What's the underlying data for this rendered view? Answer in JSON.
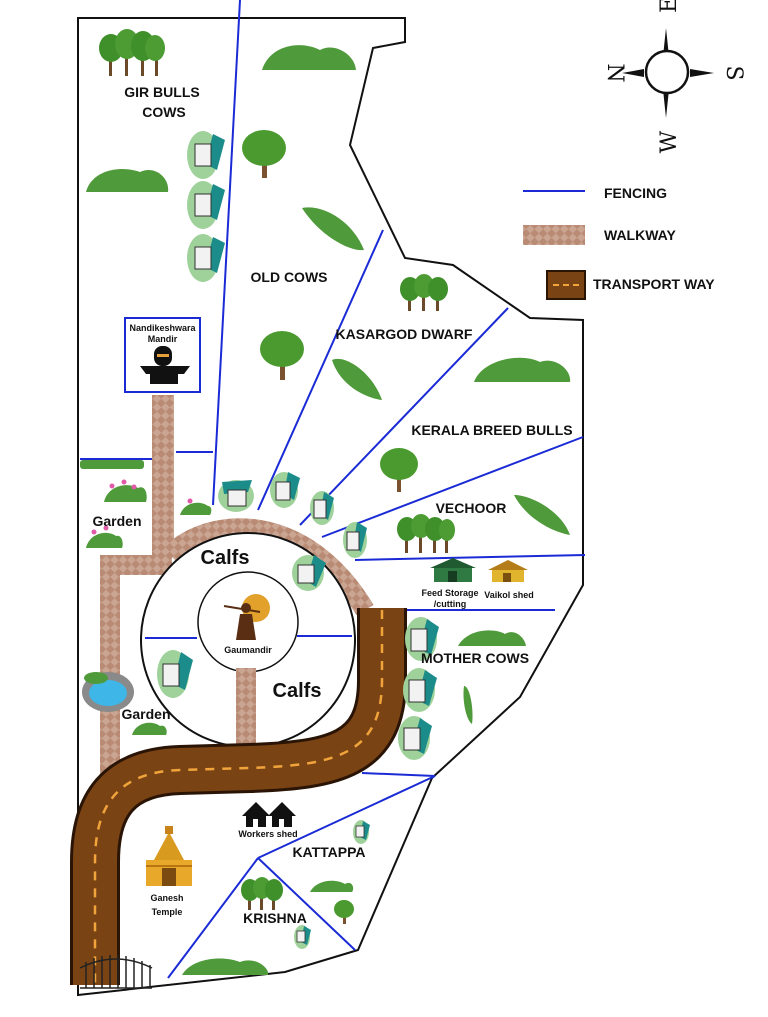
{
  "colors": {
    "fencing": "#1a2bd6",
    "boundary": "#111111",
    "walkway": "#c29b86",
    "road": "#6b3a10",
    "road_dash": "#f1a43c",
    "tree": "#3f8f2a",
    "bush": "#4f9a3a",
    "shed": "#1c8c8a"
  },
  "compass": {
    "north": "N",
    "south": "S",
    "east": "E",
    "west": "W"
  },
  "legend": [
    {
      "label": "FENCING",
      "icon": "fence-line-icon"
    },
    {
      "label": "WALKWAY",
      "icon": "walkway-tile-icon"
    },
    {
      "label": "TRANSPORT WAY",
      "icon": "road-icon"
    }
  ],
  "zones": {
    "gir_line1": "GIR BULLS",
    "gir_line2": "COWS",
    "old_cows": "OLD COWS",
    "kasargod": "KASARGOD DWARF",
    "kerala": "KERALA BREED BULLS",
    "vechoor": "VECHOOR",
    "mother_cows": "MOTHER COWS",
    "kattappa": "KATTAPPA",
    "krishna": "KRISHNA",
    "calfs_top": "Calfs",
    "calfs_bottom": "Calfs",
    "garden_top": "Garden",
    "garden_bottom": "Garden"
  },
  "places": {
    "mandir_line1": "Nandikeshwara",
    "mandir_line2": "Mandir",
    "gaumandir": "Gaumandir",
    "feed_line1": "Feed Storage",
    "feed_line2": "/cutting",
    "vaikol": "Vaikol shed",
    "workers": "Workers shed",
    "ganesh_line1": "Ganesh",
    "ganesh_line2": "Temple"
  }
}
